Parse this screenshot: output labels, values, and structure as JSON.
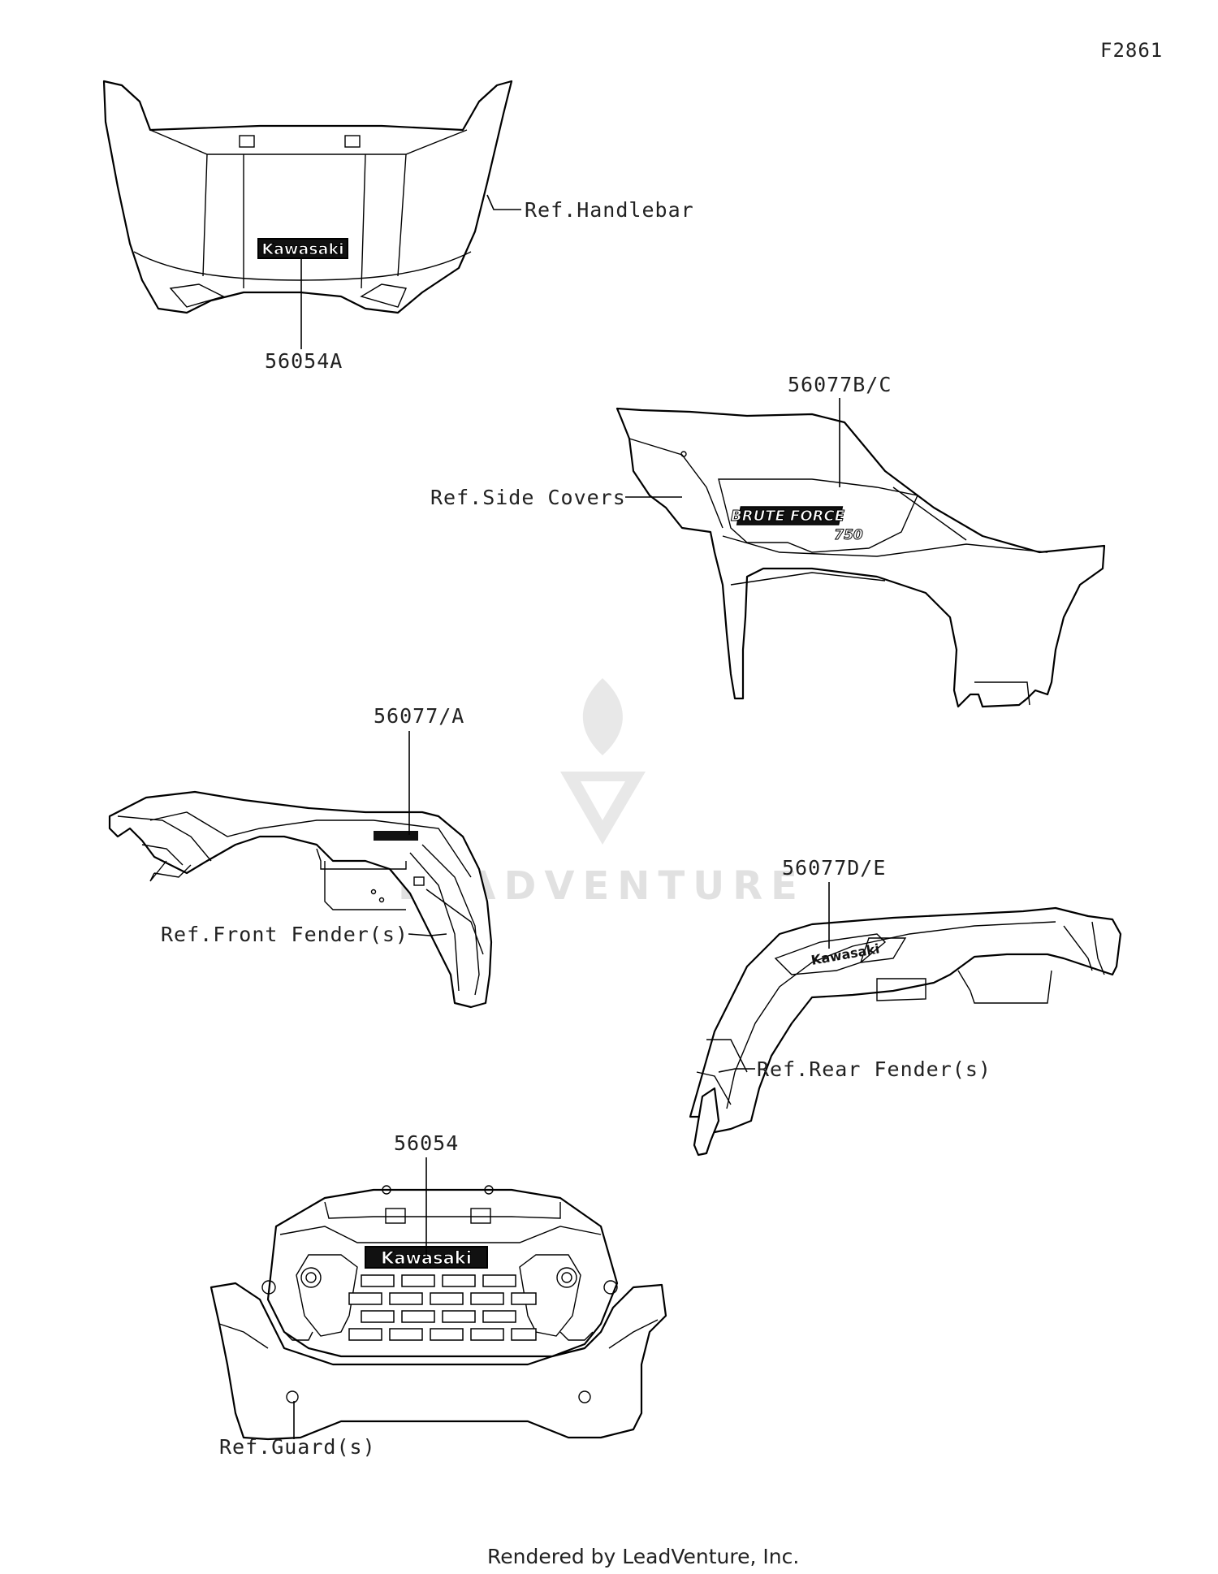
{
  "figure_id": "F2861",
  "footer": "Rendered by LeadVenture, Inc.",
  "watermark": "LEADVENTURE",
  "callouts": {
    "handlebar_part": "56054A",
    "handlebar_ref": "Ref.Handlebar",
    "side_part": "56077B/C",
    "side_ref": "Ref.Side Covers",
    "front_part": "56077/A",
    "front_ref": "Ref.Front Fender(s)",
    "rear_part": "56077D/E",
    "rear_ref": "Ref.Rear Fender(s)",
    "guard_part": "56054",
    "guard_ref": "Ref.Guard(s)"
  },
  "decals": {
    "kawasaki": "Kawasaki",
    "brute_force": "BRUTE FORCE",
    "model": "750"
  }
}
